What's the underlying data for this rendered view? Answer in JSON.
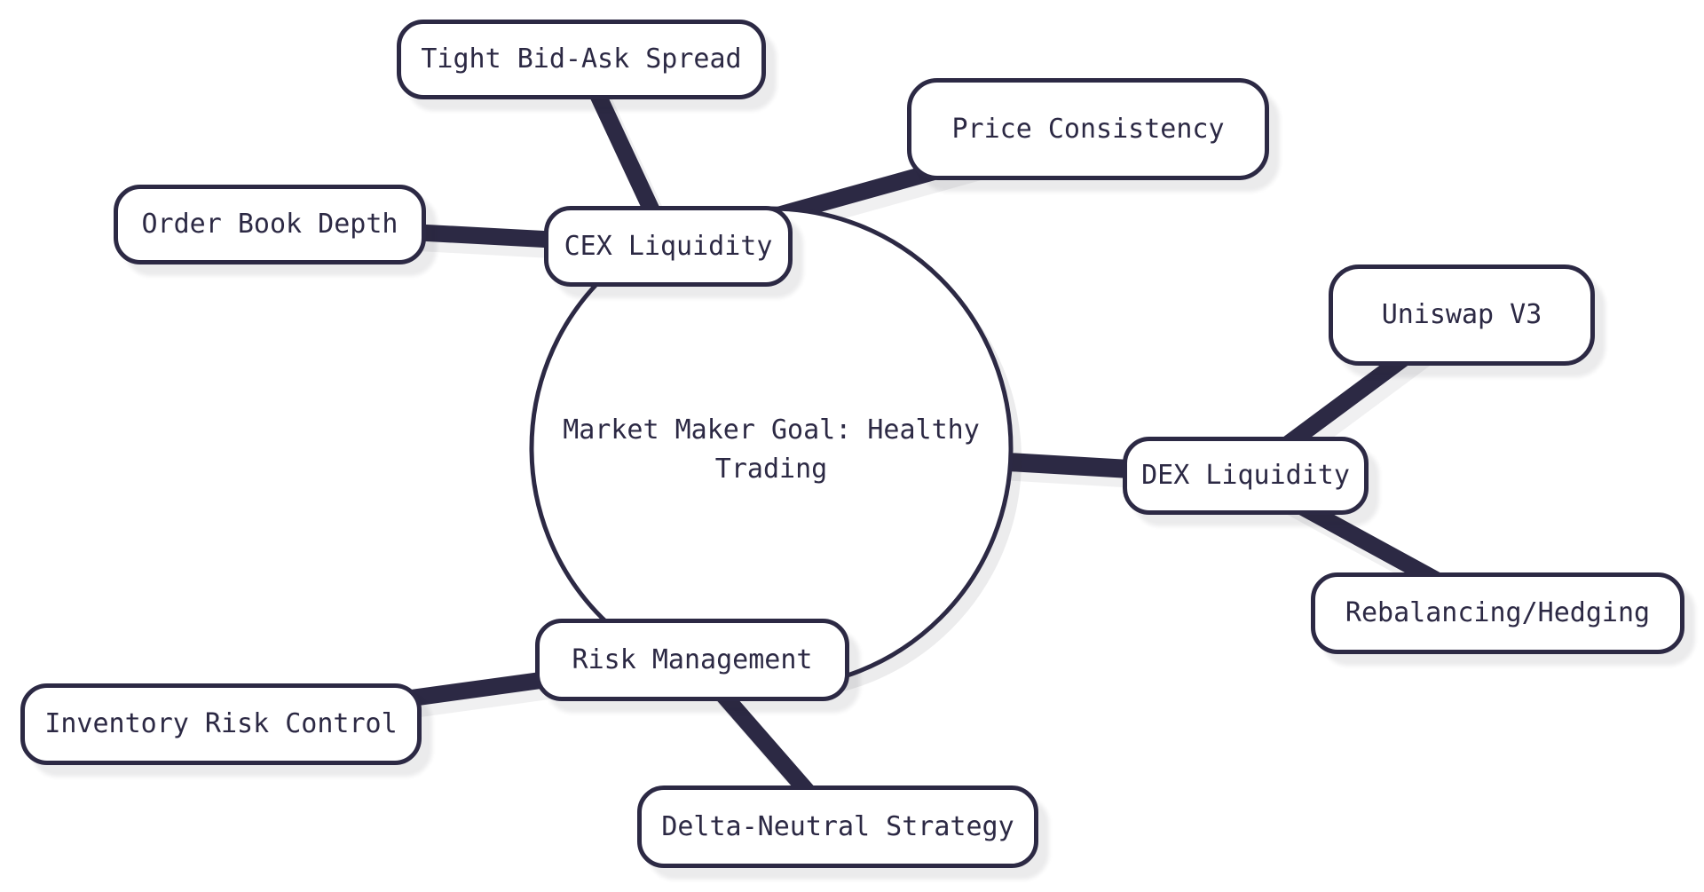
{
  "colors": {
    "ink": "#2c2944",
    "node_fill": "#ffffff",
    "canvas_background": "#ffffff",
    "shadow": "#ebebeb"
  },
  "mindmap": {
    "root": {
      "label": "Market Maker Goal: Healthy Trading"
    },
    "branches": [
      {
        "label": "CEX Liquidity",
        "children": [
          {
            "label": "Tight Bid-Ask Spread"
          },
          {
            "label": "Price Consistency"
          },
          {
            "label": "Order Book Depth"
          }
        ]
      },
      {
        "label": "DEX Liquidity",
        "children": [
          {
            "label": "Uniswap V3"
          },
          {
            "label": "Rebalancing/Hedging"
          }
        ]
      },
      {
        "label": "Risk Management",
        "children": [
          {
            "label": "Inventory Risk Control"
          },
          {
            "label": "Delta-Neutral Strategy"
          }
        ]
      }
    ]
  }
}
